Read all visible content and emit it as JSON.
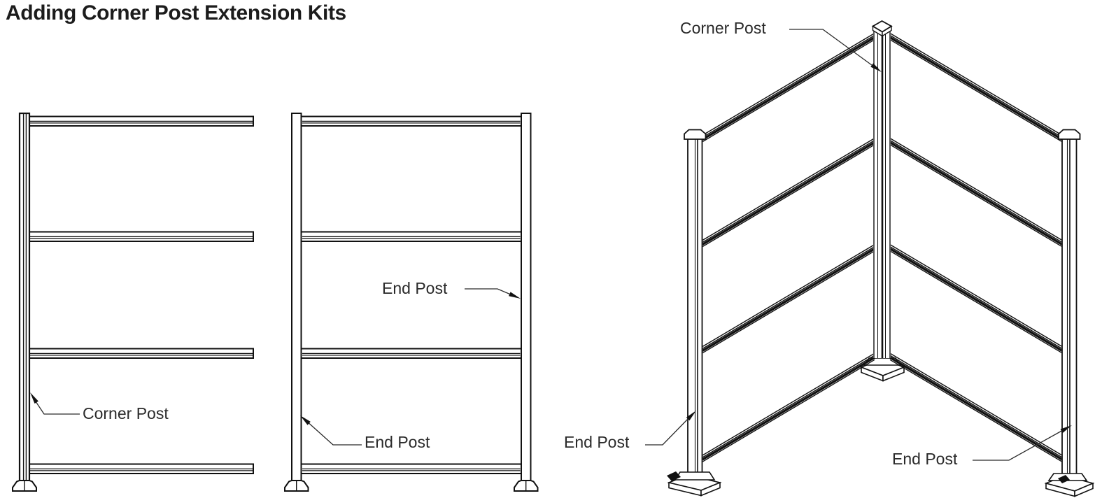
{
  "title": "Adding Corner Post Extension Kits",
  "colors": {
    "line": "#111111",
    "text": "#2a2a2a",
    "background": "#ffffff"
  },
  "figures": {
    "left_elevation": {
      "label_corner_post": "Corner Post"
    },
    "middle_elevation": {
      "label_end_post_upper": "End Post",
      "label_end_post_lower": "End Post"
    },
    "isometric": {
      "label_corner_post": "Corner Post",
      "label_end_post_left": "End Post",
      "label_end_post_right": "End Post"
    }
  }
}
